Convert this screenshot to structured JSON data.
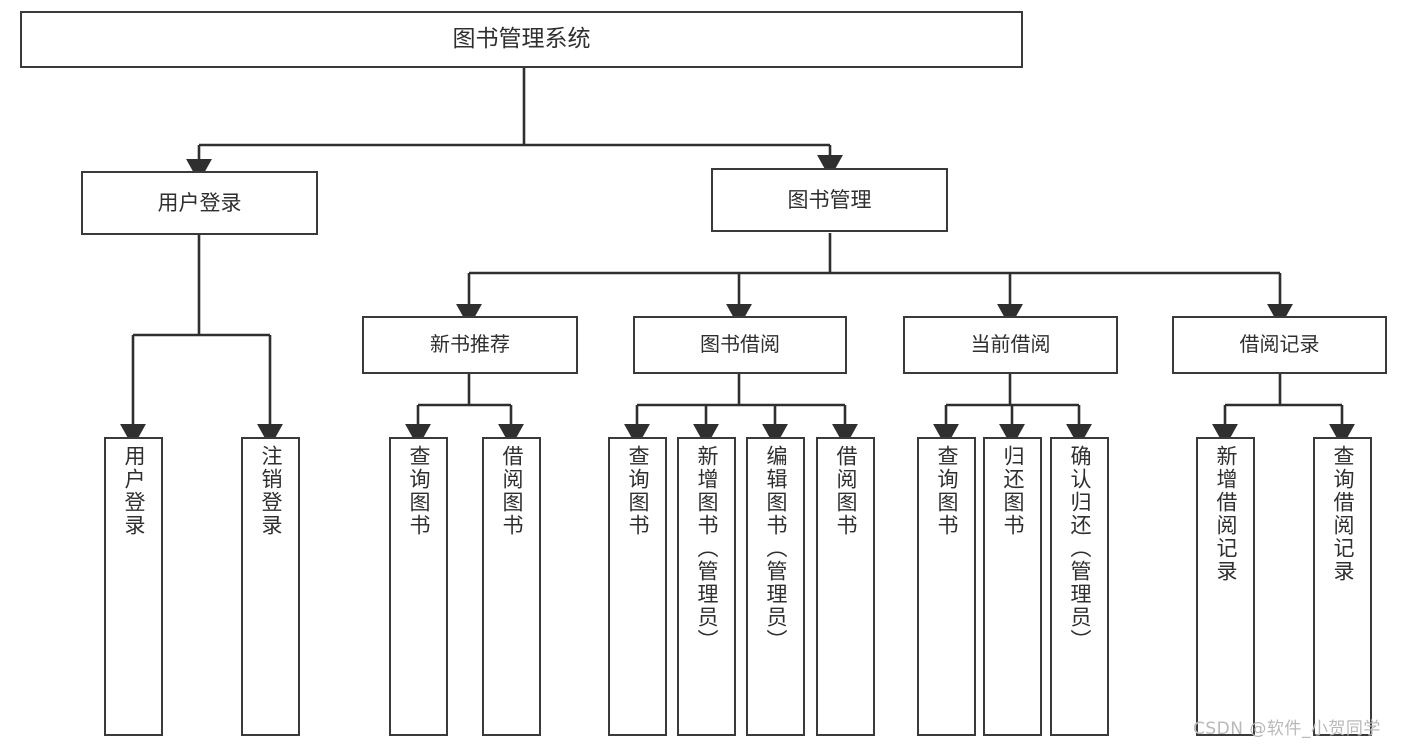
{
  "diagram": {
    "title": "图书管理系统",
    "type": "hierarchy-tree",
    "background_color": "#ffffff",
    "box_border_color": "#3a3a3a",
    "text_color": "#2f2f2f",
    "root": {
      "label": "图书管理系统"
    },
    "level1": [
      {
        "label": "用户登录"
      },
      {
        "label": "图书管理"
      }
    ],
    "level2": [
      {
        "label": "新书推荐"
      },
      {
        "label": "图书借阅"
      },
      {
        "label": "当前借阅"
      },
      {
        "label": "借阅记录"
      }
    ],
    "leaves": [
      {
        "label": "用户登录",
        "parent": "用户登录"
      },
      {
        "label": "注销登录",
        "parent": "用户登录"
      },
      {
        "label": "查询图书",
        "parent": "新书推荐"
      },
      {
        "label": "借阅图书",
        "parent": "新书推荐"
      },
      {
        "label": "查询图书",
        "parent": "图书借阅"
      },
      {
        "label": "新增图书（管理员）",
        "parent": "图书借阅"
      },
      {
        "label": "编辑图书（管理员）",
        "parent": "图书借阅"
      },
      {
        "label": "借阅图书",
        "parent": "图书借阅"
      },
      {
        "label": "查询图书",
        "parent": "当前借阅"
      },
      {
        "label": "归还图书",
        "parent": "当前借阅"
      },
      {
        "label": "确认归还（管理员）",
        "parent": "当前借阅"
      },
      {
        "label": "新增借阅记录",
        "parent": "借阅记录"
      },
      {
        "label": "查询借阅记录",
        "parent": "借阅记录"
      }
    ]
  },
  "watermark": {
    "text": "CSDN @软件_小贺同学"
  }
}
